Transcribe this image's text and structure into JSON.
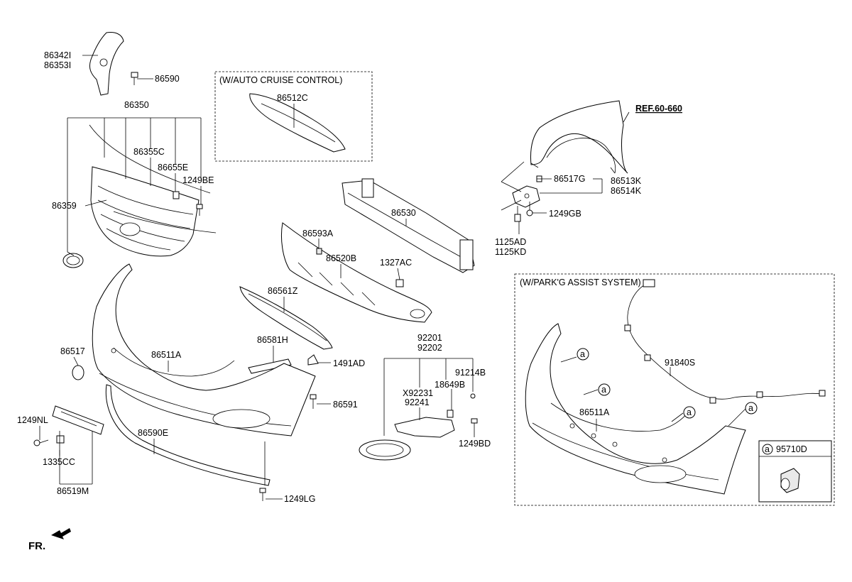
{
  "boxes": {
    "auto_cruise": "(W/AUTO CRUISE CONTROL)",
    "park_assist": "(W/PARK'G ASSIST SYSTEM)"
  },
  "ref": "REF.60-660",
  "front": "FR.",
  "callout_symbol": "a",
  "labels": {
    "p86342I": "86342I",
    "p86353I": "86353I",
    "p86590": "86590",
    "p86350": "86350",
    "p86355C": "86355C",
    "p86655E": "86655E",
    "p1249BE": "1249BE",
    "p86359": "86359",
    "p86512C": "86512C",
    "p86530": "86530",
    "p86593A": "86593A",
    "p86520B": "86520B",
    "p1327AC": "1327AC",
    "p86561Z": "86561Z",
    "p86581H": "86581H",
    "p1491AD": "1491AD",
    "p92201": "92201",
    "p92202": "92202",
    "p91214B": "91214B",
    "p18649B": "18649B",
    "pX92231": "X92231",
    "p92241": "92241",
    "p1249BD": "1249BD",
    "p86517": "86517",
    "p86511A": "86511A",
    "p86591": "86591",
    "p1249NL": "1249NL",
    "p1335CC": "1335CC",
    "p86519M": "86519M",
    "p86590E": "86590E",
    "p1249LG": "1249LG",
    "p86517G": "86517G",
    "p86513K": "86513K",
    "p86514K": "86514K",
    "p1249GB": "1249GB",
    "p1125AD": "1125AD",
    "p1125KD": "1125KD",
    "p91840S": "91840S",
    "p86511A_b": "86511A",
    "p95710D": "95710D"
  }
}
